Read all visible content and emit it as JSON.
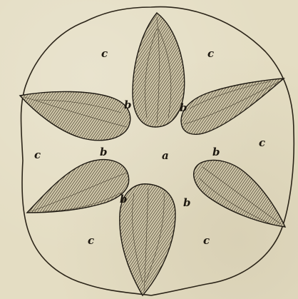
{
  "labels": {
    "center": "a",
    "base": "b",
    "region": "c"
  },
  "colors": {
    "ink": "#1f1a12",
    "paper": "#e4ddc3"
  }
}
